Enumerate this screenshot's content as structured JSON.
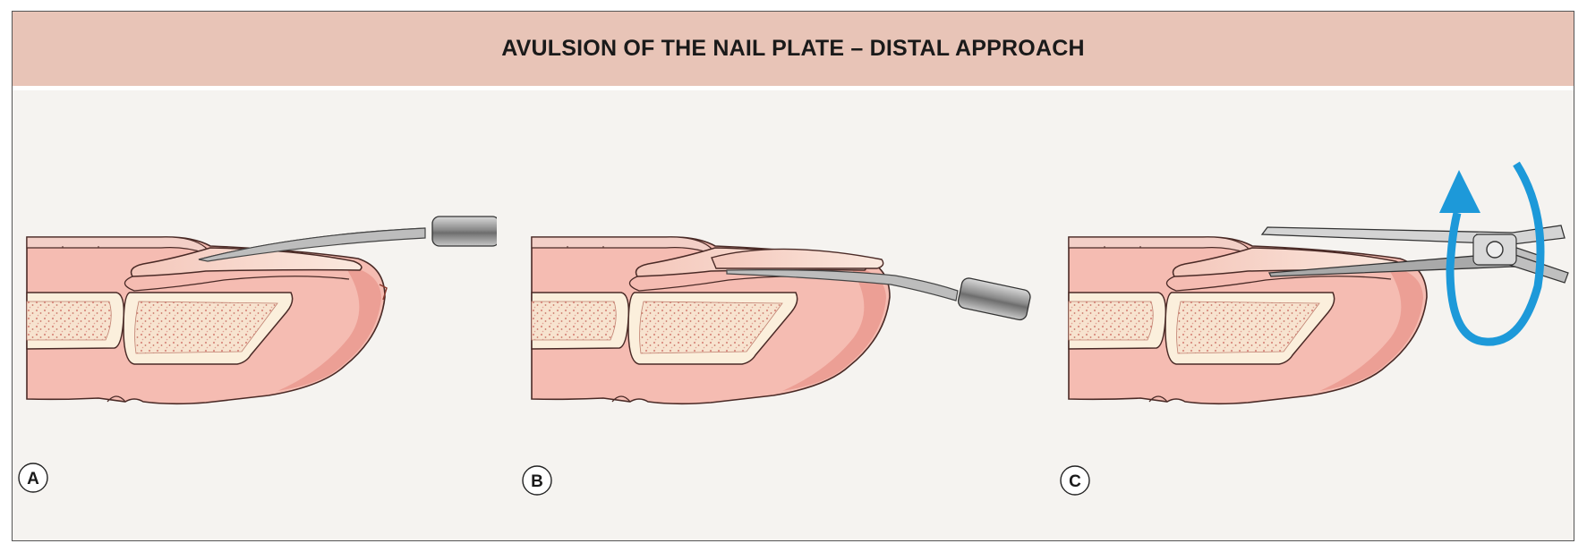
{
  "title": "AVULSION OF THE NAIL PLATE – DISTAL APPROACH",
  "panels": [
    {
      "label": "A"
    },
    {
      "label": "B"
    },
    {
      "label": "C"
    }
  ],
  "colors": {
    "skin": "#f5bcb2",
    "skin_dark": "#ec9f95",
    "nail": "#f8d9cf",
    "bone": "#fbefdc",
    "marrow_dots": "#d98c80",
    "rotation_arrow": "#1d99d9",
    "header": "#e8c4b7",
    "background": "#f5f3f0"
  },
  "icons": [
    "elevator-instrument",
    "scissors-instrument",
    "rotation-arrow-icon"
  ]
}
